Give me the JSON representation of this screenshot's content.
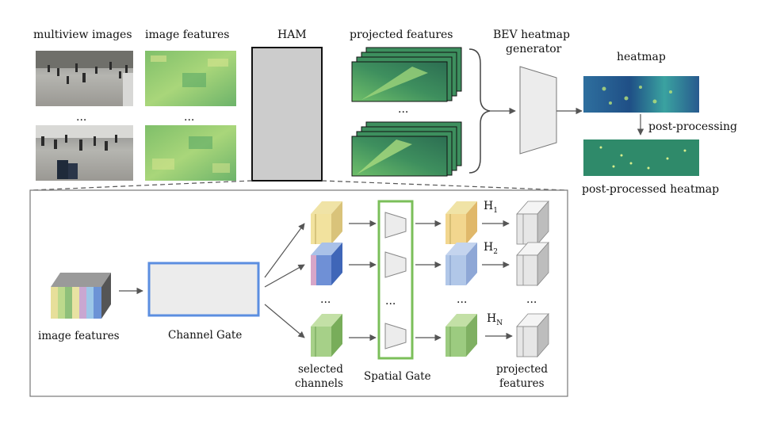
{
  "labels": {
    "multiview_images": "multiview images",
    "image_features": "image features",
    "ham": "HAM",
    "projected_features": "projected features",
    "bev_line1": "BEV heatmap",
    "bev_line2": "generator",
    "heatmap": "heatmap",
    "post_processing": "post-processing",
    "post_processed_heatmap": "post-processed heatmap",
    "image_features_lower": "image features",
    "channel_gate": "Channel Gate",
    "selected_line1": "selected",
    "selected_line2": "channels",
    "spatial_gate": "Spatial Gate",
    "projected_line1": "projected",
    "projected_line2": "features",
    "h_letter": "H",
    "h1_sub": "1",
    "h2_sub": "2",
    "hn_sub": "N",
    "ellipsis": "..."
  },
  "colors": {
    "channel_gate_border": "#5b8ee0",
    "spatial_gate_border": "#7bbf5a",
    "ham_fill": "#cccccc",
    "feature_green": "#8cc06a",
    "heatmap_dark": "#2e5d8e",
    "post_heatmap": "#2f8a6a",
    "proj_fill": "#3d8f5e"
  }
}
